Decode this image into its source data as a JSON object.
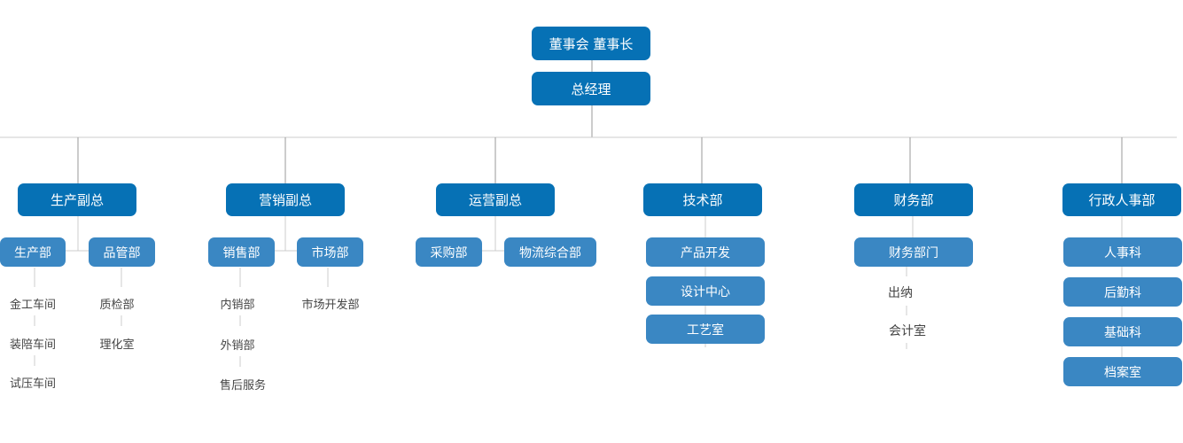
{
  "top": {
    "board": "董事会  董事长",
    "gm": "总经理"
  },
  "branches": [
    {
      "label": "生产副总",
      "children": [
        {
          "label": "生产部",
          "items": [
            "金工车间",
            "装陪车间",
            "试压车间"
          ]
        },
        {
          "label": "品管部",
          "items": [
            "质检部",
            "理化室"
          ]
        }
      ]
    },
    {
      "label": "营销副总",
      "children": [
        {
          "label": "销售部",
          "items": [
            "内销部",
            "外销部",
            "售后服务"
          ]
        },
        {
          "label": "市场部",
          "items": [
            "市场开发部"
          ]
        }
      ]
    },
    {
      "label": "运营副总",
      "children": [
        {
          "label": "采购部",
          "items": []
        },
        {
          "label": "物流综合部",
          "items": []
        }
      ]
    },
    {
      "label": "技术部",
      "subunits": [
        "产品开发",
        "设计中心",
        "工艺室"
      ]
    },
    {
      "label": "财务部",
      "subunits": [
        "财务部门"
      ],
      "items": [
        "出纳",
        "会计室"
      ]
    },
    {
      "label": "行政人事部",
      "subunits": [
        "人事科",
        "后勤科",
        "基础科",
        "档案室"
      ]
    }
  ],
  "colors": {
    "primary": "#0671b5",
    "secondary": "#3a87c3",
    "line": "#bbbbbb",
    "text": "#444444"
  }
}
